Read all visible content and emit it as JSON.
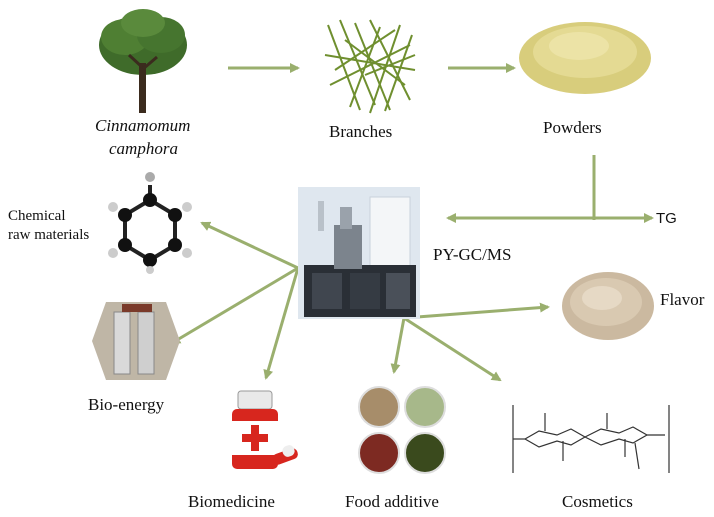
{
  "nodes": {
    "cinnamomum": {
      "line1": "Cinnamomum",
      "line2": "camphora"
    },
    "branches": "Branches",
    "powders": "Powders",
    "tg": "TG",
    "pygcms": "PY-GC/MS",
    "chemical": {
      "line1": "Chemical",
      "line2": "raw materials"
    },
    "bioenergy": "Bio-energy",
    "biomedicine": "Biomedicine",
    "food": "Food additive",
    "flavor": "Flavor",
    "cosmetics": "Cosmetics"
  },
  "colors": {
    "arrow": "#9aaf6e"
  },
  "icons": [
    "tree-icon",
    "branches-icon",
    "powder-icon",
    "gcms-instrument-icon",
    "benzene-molecule-icon",
    "bioenergy-reactor-icon",
    "medicine-bottle-icon",
    "food-bowls-icon",
    "flavor-powder-icon",
    "cellulose-structure-icon"
  ]
}
